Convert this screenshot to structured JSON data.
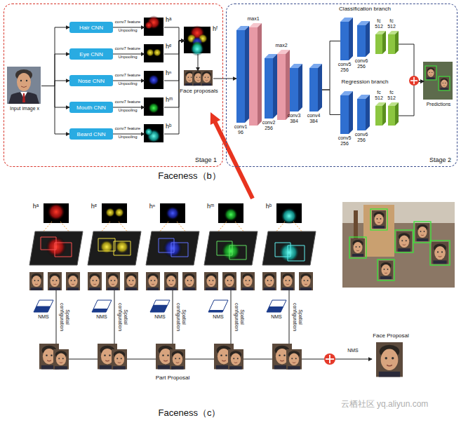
{
  "diagram": {
    "nodes": [
      {
        "text": [
          "Stage 1"
        ]
      },
      {
        "text": [
          "Stage 2"
        ]
      },
      {
        "text": [
          "Input image x"
        ],
        "in": 0
      },
      {
        "text": [
          "Hair CNN"
        ],
        "in": 0
      },
      {
        "text": [
          "Eye CNN"
        ],
        "in": 0
      },
      {
        "text": [
          "Nose CNN"
        ],
        "in": 0
      },
      {
        "text": [
          "Mouth CNN"
        ],
        "in": 0
      },
      {
        "text": [
          "Beard CNN"
        ],
        "in": 0
      },
      {
        "text": [
          "hᵃ"
        ],
        "in": 0
      },
      {
        "text": [
          "hᵉ"
        ],
        "in": 0
      },
      {
        "text": [
          "hⁿ"
        ],
        "in": 0
      },
      {
        "text": [
          "hᵐ"
        ],
        "in": 0
      },
      {
        "text": [
          "hᵇ"
        ],
        "in": 0
      },
      {
        "text": [
          "hᶠ"
        ],
        "in": 0
      },
      {
        "text": [
          "Face proposals"
        ],
        "in": 0
      },
      {
        "text": [
          "conv1",
          "96"
        ],
        "in": 1
      },
      {
        "text": [
          "max1"
        ],
        "in": 1
      },
      {
        "text": [
          "conv2",
          "256"
        ],
        "in": 1
      },
      {
        "text": [
          "max2"
        ],
        "in": 1
      },
      {
        "text": [
          "conv3",
          "384"
        ],
        "in": 1
      },
      {
        "text": [
          "conv4",
          "384"
        ],
        "in": 1
      },
      {
        "text": [
          "conv5",
          "256"
        ],
        "in": 1
      },
      {
        "text": [
          "conv6",
          "256"
        ],
        "in": 1
      },
      {
        "text": [
          "fc",
          "512"
        ],
        "in": 1
      },
      {
        "text": [
          "fc",
          "512"
        ],
        "in": 1
      },
      {
        "text": [
          "conv5",
          "256"
        ],
        "in": 1
      },
      {
        "text": [
          "conv6",
          "256"
        ],
        "in": 1
      },
      {
        "text": [
          "fc",
          "512"
        ],
        "in": 1
      },
      {
        "text": [
          "fc",
          "512"
        ],
        "in": 1
      },
      {
        "text": [
          "Predictions"
        ],
        "in": 1
      }
    ],
    "edges": [
      {
        "from": 2,
        "to": 3,
        "arrow": "to"
      },
      {
        "from": 2,
        "to": 4,
        "arrow": "to"
      },
      {
        "from": 2,
        "to": 5,
        "arrow": "to"
      },
      {
        "from": 2,
        "to": 6,
        "arrow": "to"
      },
      {
        "from": 2,
        "to": 7,
        "arrow": "to"
      },
      {
        "from": 3,
        "to": 8,
        "arrow": "to"
      },
      {
        "from": 4,
        "to": 9,
        "arrow": "to"
      },
      {
        "from": 5,
        "to": 10,
        "arrow": "to"
      },
      {
        "from": 6,
        "to": 11,
        "arrow": "to"
      },
      {
        "from": 7,
        "to": 12,
        "arrow": "to"
      },
      {
        "from": 8,
        "to": 13,
        "arrow": "to"
      },
      {
        "from": 9,
        "to": 13,
        "arrow": "to"
      },
      {
        "from": 10,
        "to": 13,
        "arrow": "to"
      },
      {
        "from": 11,
        "to": 13,
        "arrow": "to"
      },
      {
        "from": 12,
        "to": 13,
        "arrow": "to"
      },
      {
        "from": 13,
        "to": 14,
        "arrow": "to"
      },
      {
        "from": 14,
        "to": 15,
        "arrow": "to"
      },
      {
        "from": 20,
        "to": 21,
        "arrow": "none"
      },
      {
        "from": 20,
        "to": 25,
        "arrow": "none"
      },
      {
        "from": 24,
        "to": 29,
        "arrow": "to"
      },
      {
        "from": 28,
        "to": 29,
        "arrow": "to"
      }
    ],
    "labels": [
      "conv7 feature",
      "Unpooling",
      "conv7 feature",
      "Unpooling",
      "conv7 feature",
      "Unpooling",
      "conv7 feature",
      "Unpooling",
      "conv7 feature",
      "Unpooling",
      "Classification branch",
      "Regression branch",
      "Faceness（b）",
      "hᵃ",
      "hᵉ",
      "hⁿ",
      "hᵐ",
      "hᵇ",
      "Spatial configuration",
      "Spatial configuration",
      "Spatial configuration",
      "Spatial configuration",
      "Spatial configuration",
      "NMS",
      "NMS",
      "NMS",
      "NMS",
      "NMS",
      "NMS",
      "Face Proposal",
      "Part Proposal",
      "Faceness（c）",
      "云栖社区 yq.aliyun.com"
    ]
  }
}
